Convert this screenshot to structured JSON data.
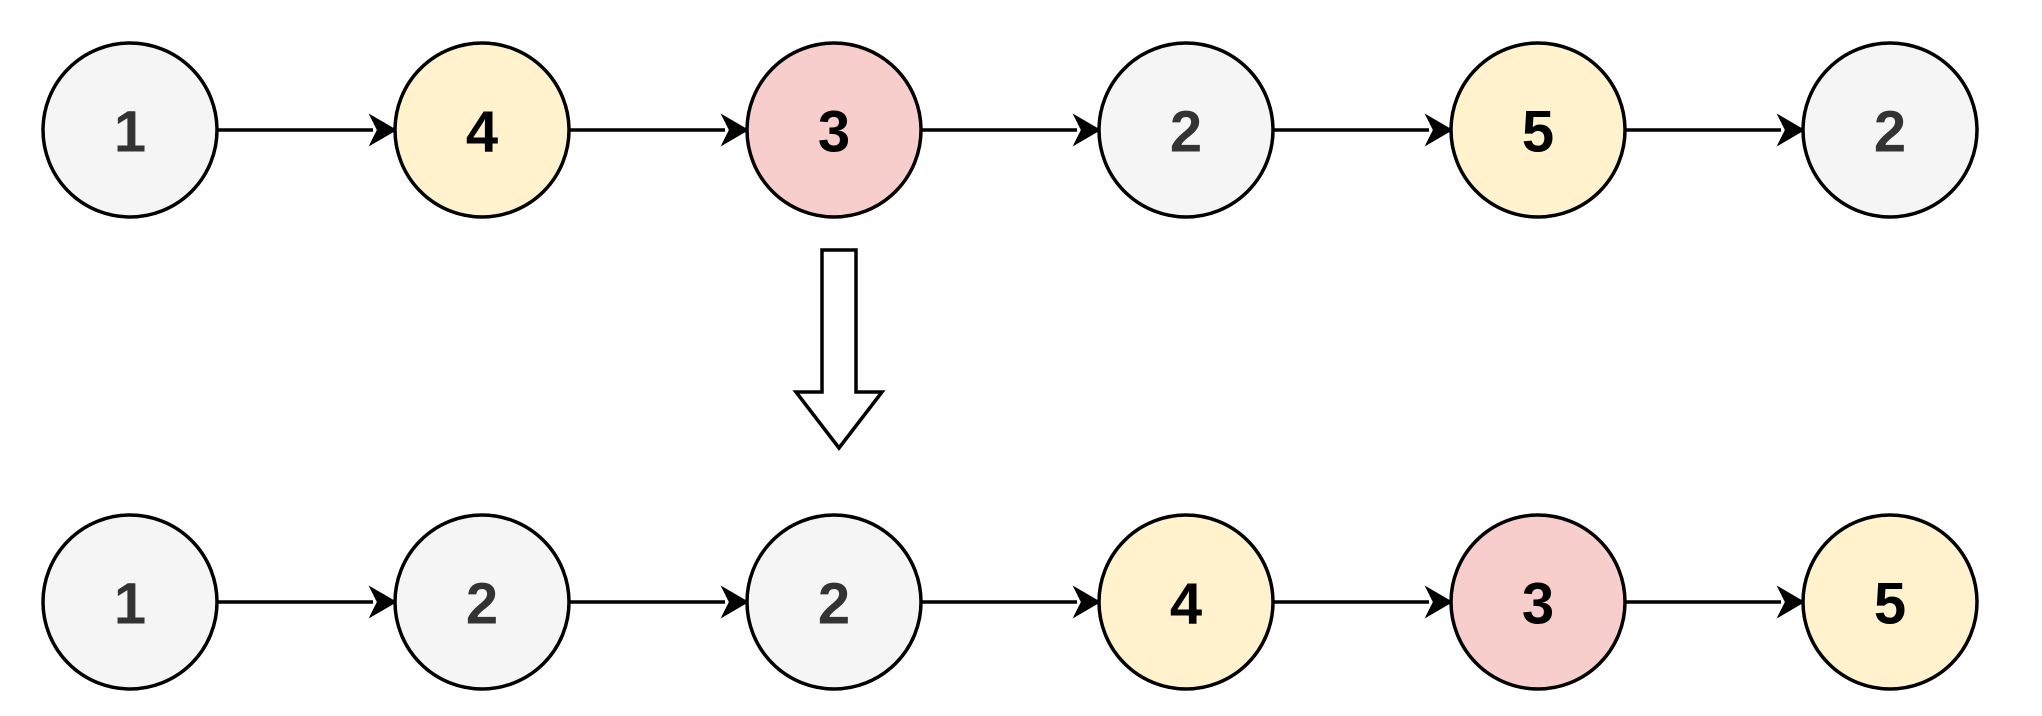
{
  "colors": {
    "gray": "#f5f5f5",
    "yellow": "#fff2cc",
    "red": "#f8cecc",
    "text_gray": "#333333",
    "text_dark": "#000000"
  },
  "lists": [
    {
      "name": "input-list",
      "nodes": [
        {
          "value": "1",
          "fill": "gray"
        },
        {
          "value": "4",
          "fill": "yellow"
        },
        {
          "value": "3",
          "fill": "red"
        },
        {
          "value": "2",
          "fill": "gray"
        },
        {
          "value": "5",
          "fill": "yellow"
        },
        {
          "value": "2",
          "fill": "gray"
        }
      ]
    },
    {
      "name": "output-list",
      "nodes": [
        {
          "value": "1",
          "fill": "gray"
        },
        {
          "value": "2",
          "fill": "gray"
        },
        {
          "value": "2",
          "fill": "gray"
        },
        {
          "value": "4",
          "fill": "yellow"
        },
        {
          "value": "3",
          "fill": "red"
        },
        {
          "value": "5",
          "fill": "yellow"
        }
      ]
    }
  ]
}
